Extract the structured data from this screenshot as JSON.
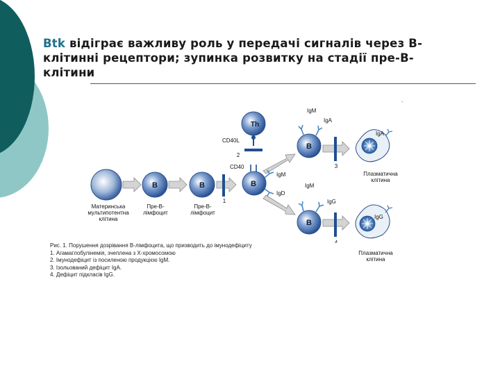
{
  "slide": {
    "title_keyword": "Btk",
    "title_rest": " відіграє важливу роль у передачі сигналів через B-клітинні рецептори; зупинка розвитку на стадії пре-B-клітини",
    "corner_mark": "."
  },
  "colors": {
    "deco_dark": "#0f5d5d",
    "deco_light": "#8fc7c7",
    "cell_blue": "#3e6fb4",
    "arrow_gray": "#cfcfcf",
    "block_bar": "#1f4f8f"
  },
  "figure": {
    "cells": {
      "stem_label": "Материнська мультипотентна клітина",
      "preb1_letter": "B",
      "preb1_label": "Пре-B-лімфоцит",
      "preb2_letter": "B",
      "preb2_label": "Пре-B-лімфоцит",
      "bmain_letter": "B",
      "th_letter": "Th",
      "b_upper_letter": "B",
      "b_lower_letter": "B",
      "plasma_upper_label": "Плазматична клітина",
      "plasma_lower_label": "Плазматична клітина"
    },
    "molecules": {
      "cd40l": "CD40L",
      "cd40": "CD40",
      "igm_main": "IgM",
      "igd": "IgD",
      "igm_top": "IgM",
      "iga_top": "IgA",
      "iga_plasma": "IgA",
      "igm_lower": "IgM",
      "igg": "IgG",
      "igg_plasma": "IgG"
    },
    "blocks": {
      "n1": "1",
      "n2": "2",
      "n3": "3",
      "n4": "4"
    }
  },
  "caption": {
    "title": "Рис. 1. Порушення дозрівання B-лімфоцита, що призводить до імунодефіциту",
    "lines": [
      "1. Агамаглобулінемія, зчеплена з X-хромосомою",
      "2. Імунодефіцит із посиленою продукцією IgM.",
      "3. Ізольований дефіцит IgA.",
      "4. Дефіцит підкласів IgG."
    ]
  }
}
